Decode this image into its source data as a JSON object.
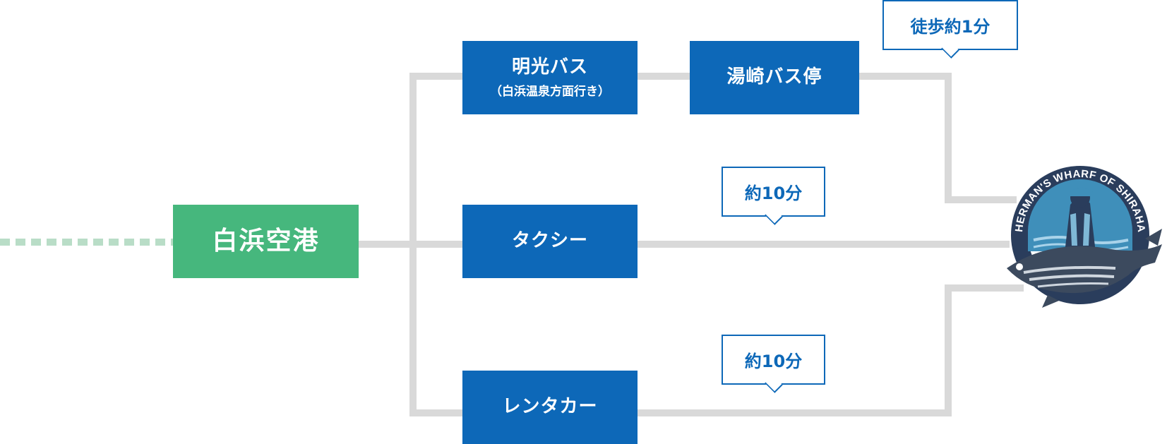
{
  "origin": {
    "label": "白浜空港"
  },
  "routes": {
    "bus": {
      "label": "明光バス",
      "sublabel": "（白浜温泉方面行き）"
    },
    "bus_stop": {
      "label": "湯崎バス停"
    },
    "taxi": {
      "label": "タクシー"
    },
    "rental": {
      "label": "レンタカー"
    }
  },
  "durations": {
    "walk": "徒歩約1分",
    "taxi": "約10分",
    "rental": "約10分"
  },
  "destination": {
    "logo_text": "FISHERMAN'S WHARF OF SHIRAHAMA"
  },
  "colors": {
    "route_blue": "#0d68b8",
    "origin_green": "#46b77d",
    "connector_gray": "#d9d9d9",
    "logo_navy": "#2a3d5c",
    "logo_sea": "#3f8fba"
  }
}
